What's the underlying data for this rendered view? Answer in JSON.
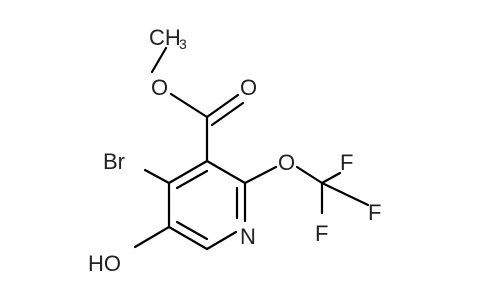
{
  "labels": {
    "methyl": "CH",
    "methyl_sub": "3",
    "ester_o": "O",
    "carbonyl_o": "O",
    "br": "Br",
    "ocf3_o": "O",
    "f_top": "F",
    "f_right": "F",
    "f_bottom": "F",
    "n": "N",
    "ho": "HO"
  },
  "colors": {
    "bond": "#000000",
    "text": "#222222"
  }
}
